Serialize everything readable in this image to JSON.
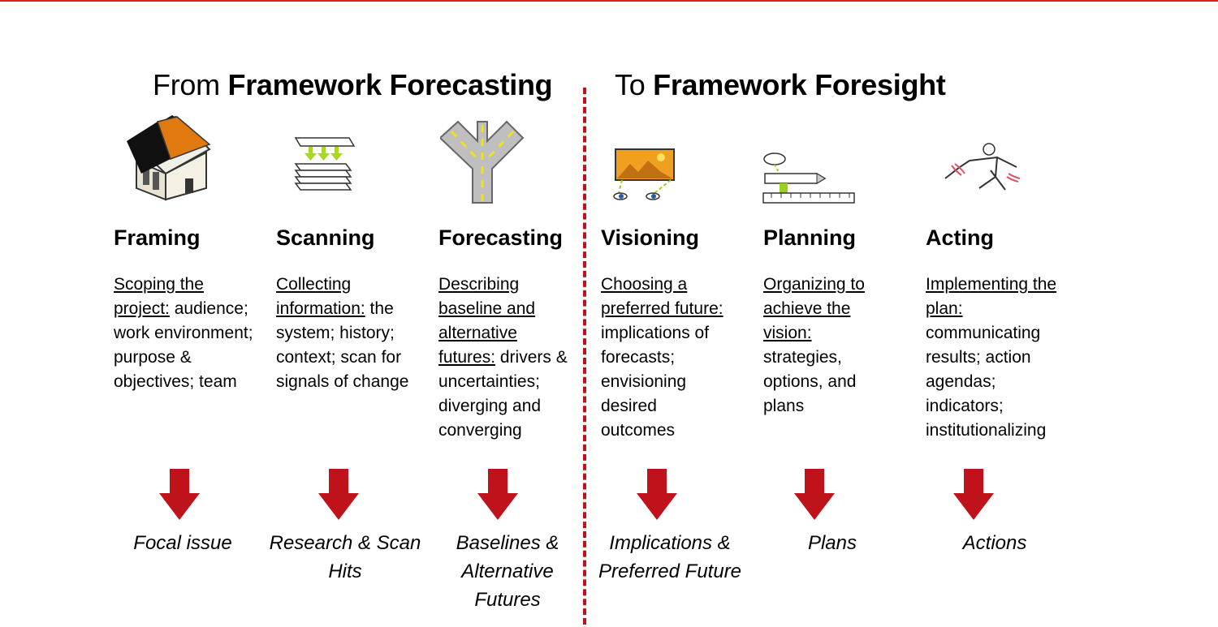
{
  "header": {
    "left_prefix": "From ",
    "left_bold": "Framework Forecasting",
    "right_prefix": "To ",
    "right_bold": "Framework Foresight"
  },
  "colors": {
    "accent_red": "#c0121b",
    "rule_red": "#e0201b"
  },
  "stages": [
    {
      "title": "Framing",
      "icon": "house-icon",
      "lead": "Scoping the project:",
      "text": " audience; work environment; purpose & objectives; team",
      "outcome": "Focal issue"
    },
    {
      "title": "Scanning",
      "icon": "stacked-pages-icon",
      "lead": "Collecting information:",
      "text": " the system; history; context; scan for signals of change",
      "outcome": "Research & Scan Hits"
    },
    {
      "title": "Forecasting",
      "icon": "forking-road-icon",
      "lead": "Describing baseline and alternative futures:",
      "text": " drivers & uncertainties; diverging and converging",
      "outcome": "Baselines & Alternative Futures"
    },
    {
      "title": "Visioning",
      "icon": "vision-eyes-icon",
      "lead": "Choosing a preferred future:",
      "text": " implications of forecasts; envisioning desired outcomes",
      "outcome": "Implications & Preferred Future"
    },
    {
      "title": "Planning",
      "icon": "ruler-pencil-icon",
      "lead": "Organizing to achieve the vision:",
      "text": " strategies, options, and plans",
      "outcome": "Plans"
    },
    {
      "title": "Acting",
      "icon": "running-person-icon",
      "lead": "Implementing the plan:",
      "text": " communicating results; action agendas; indicators; institutionalizing",
      "outcome": "Actions"
    }
  ]
}
